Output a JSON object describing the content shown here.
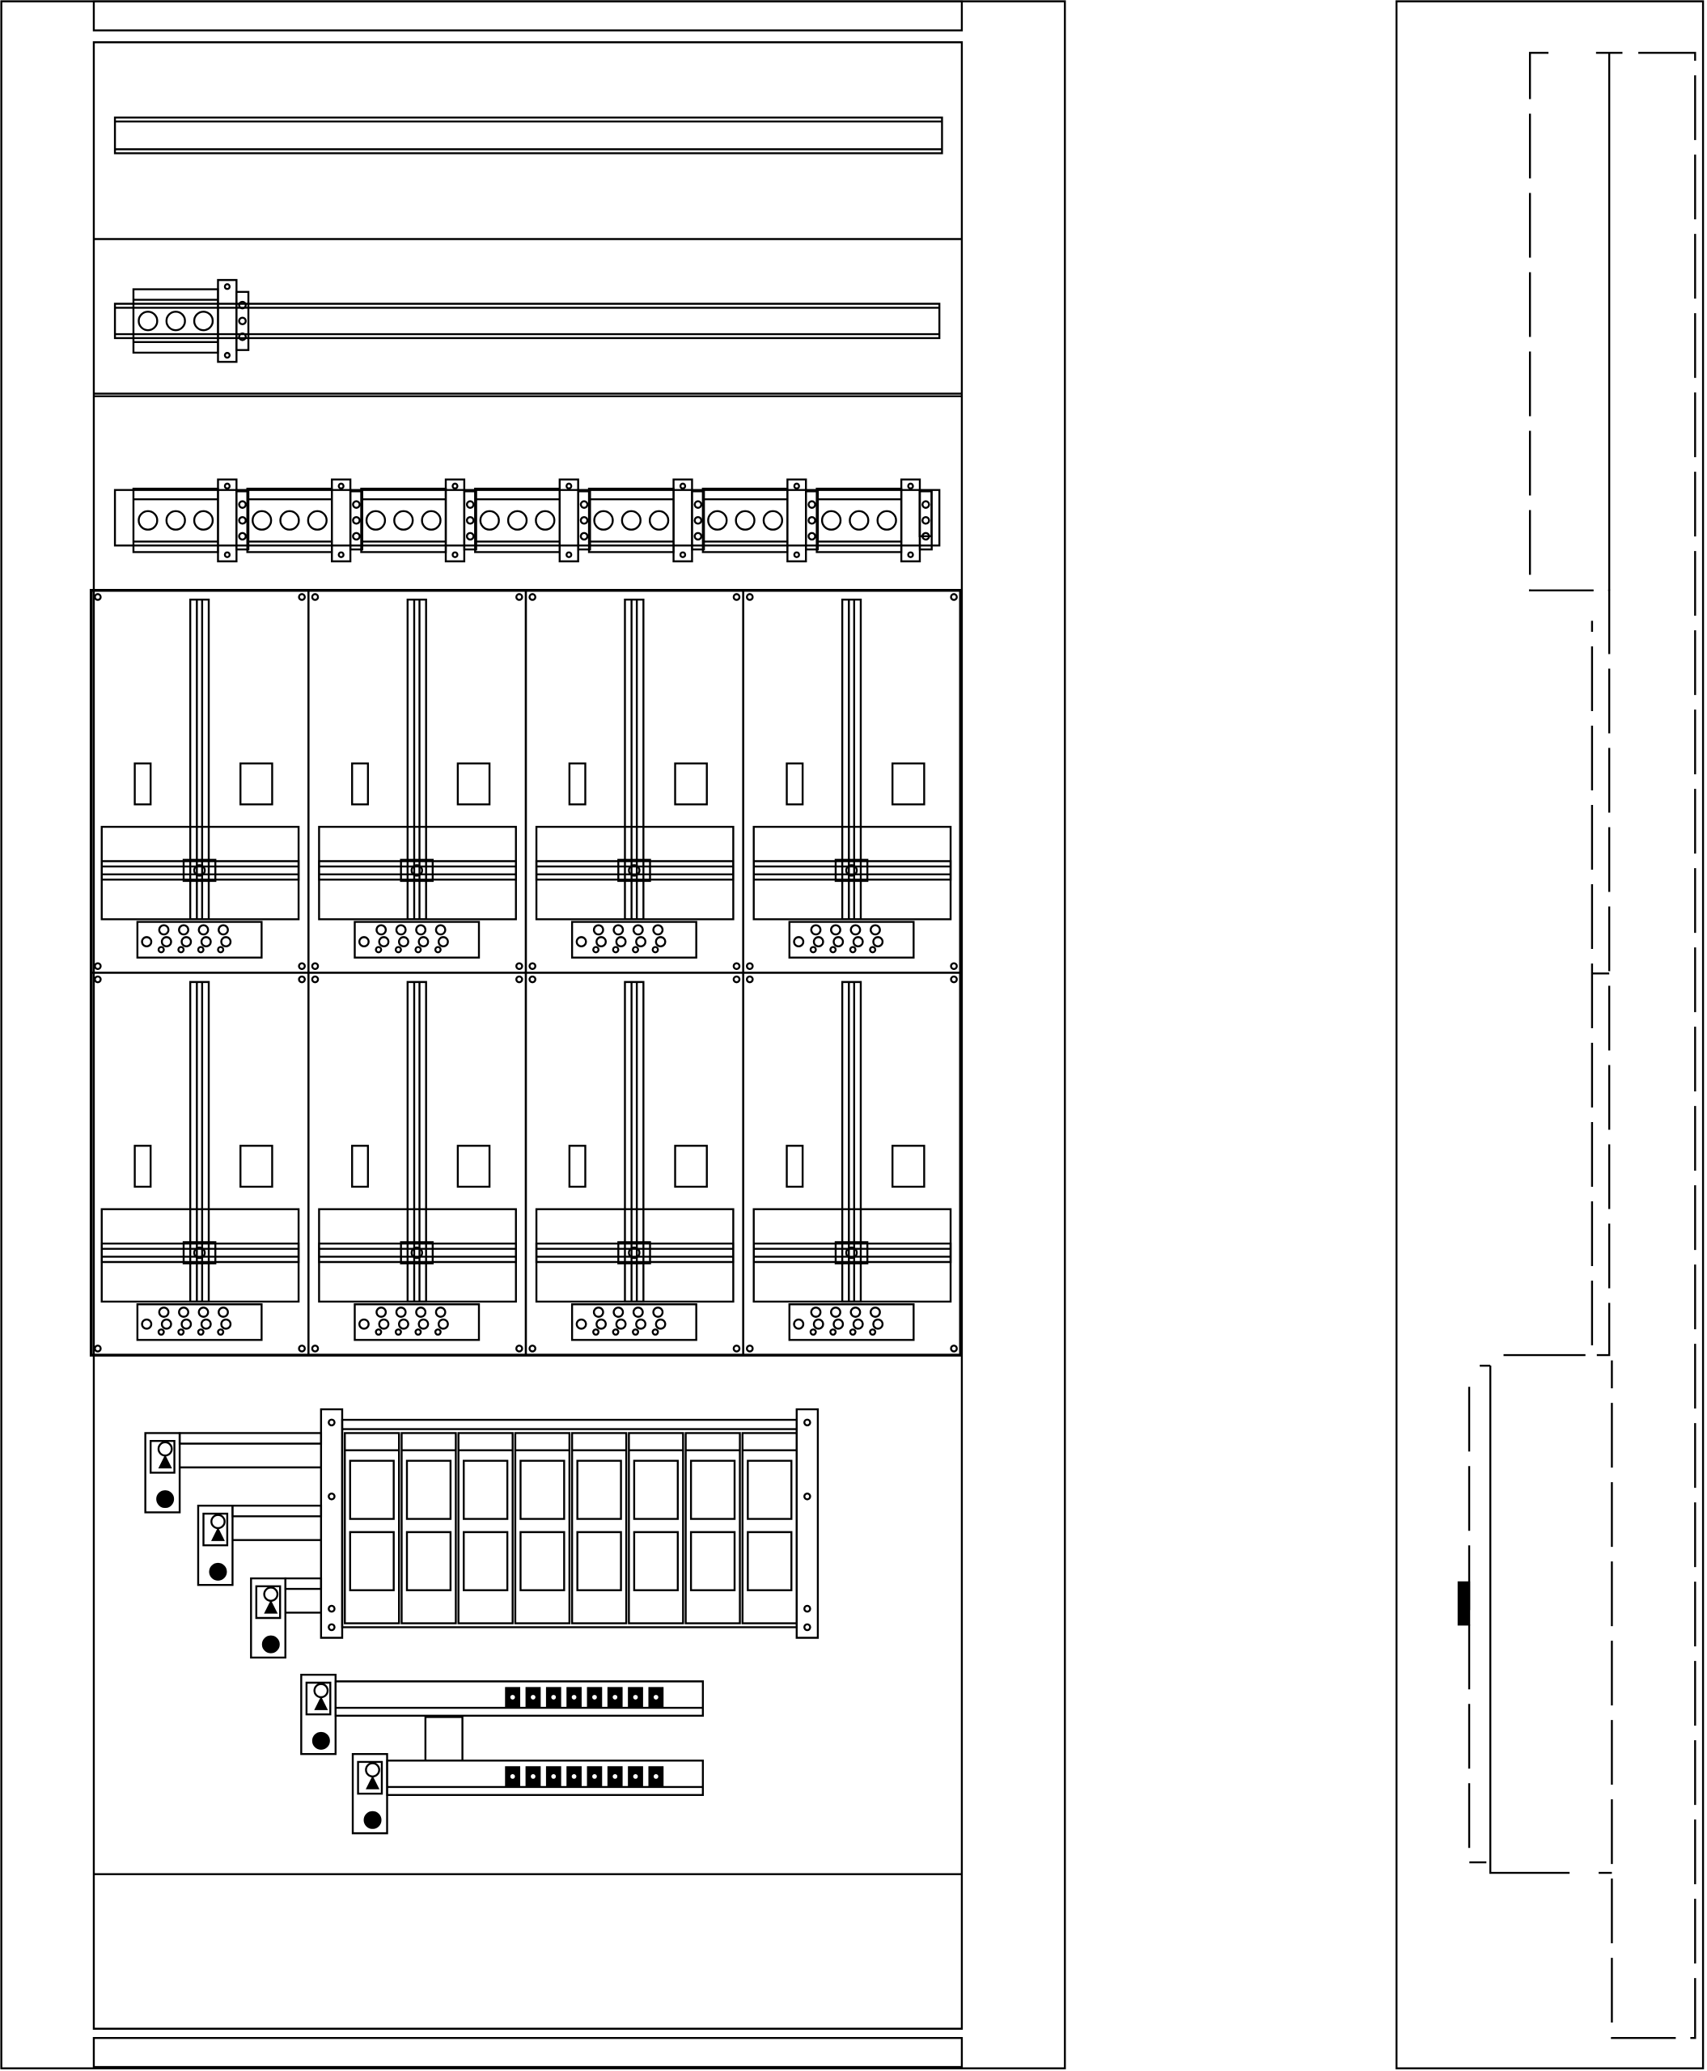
{
  "drawing": {
    "views": [
      "front-view",
      "side-view"
    ],
    "meter_fields": {
      "rows": 2,
      "columns": 4
    },
    "top_terminal_groups": 7,
    "fuse_modules": 8,
    "connection_lugs": 5,
    "terminals_per_neutral_bar": 8,
    "colors": {
      "stroke": "#000000",
      "background": "#ffffff"
    }
  }
}
